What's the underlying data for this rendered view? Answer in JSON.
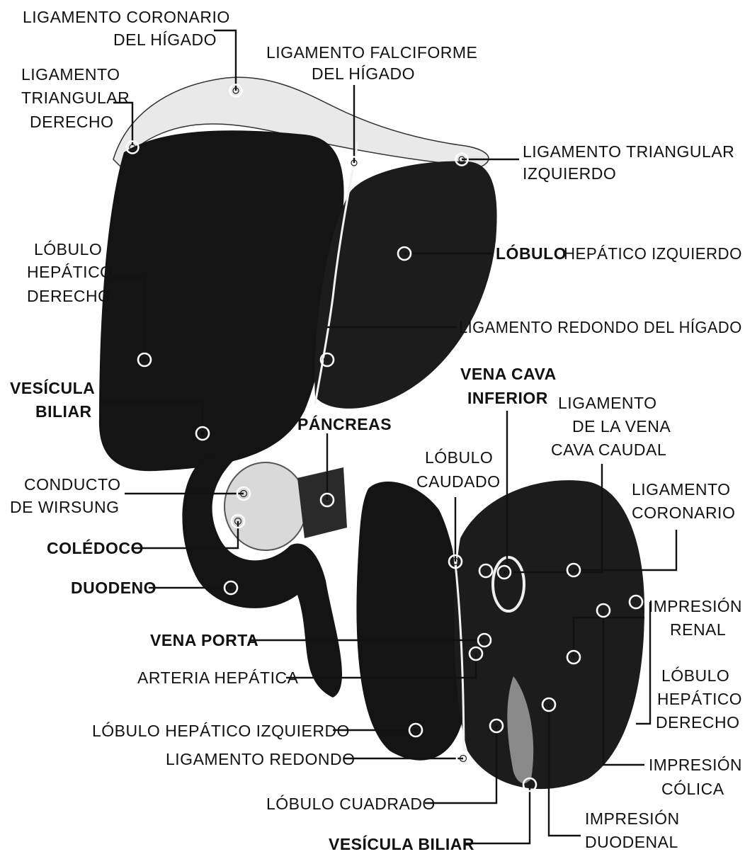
{
  "labels": {
    "lig_coronario_higado_1": "LIGAMENTO CORONARIO",
    "lig_coronario_higado_2": "DEL HÍGADO",
    "lig_falciforme_1": "LIGAMENTO FALCIFORME",
    "lig_falciforme_2": "DEL HÍGADO",
    "lig_triangular_der_1": "LIGAMENTO",
    "lig_triangular_der_2": "TRIANGULAR",
    "lig_triangular_der_3": "DERECHO",
    "lig_triangular_izq_1": "LIGAMENTO TRIANGULAR",
    "lig_triangular_izq_2": "IZQUIERDO",
    "lobulo_der_1": "LÓBULO",
    "lobulo_der_2": "HEPÁTICO",
    "lobulo_der_3": "DERECHO",
    "lobulo_izq_bold": "LÓBULO",
    "lobulo_izq_rest": "HEPÁTICO IZQUIERDO",
    "lig_redondo_higado": "LIGAMENTO REDONDO DEL HÍGADO",
    "vesicula_1": "VESÍCULA",
    "vesicula_2": "BILIAR",
    "pancreas": "PÁNCREAS",
    "vena_cava_1": "VENA CAVA",
    "vena_cava_2": "INFERIOR",
    "lig_vena_cava_1": "LIGAMENTO",
    "lig_vena_cava_2": "DE LA VENA",
    "lig_vena_cava_3": "CAVA CAUDAL",
    "conducto_1": "CONDUCTO",
    "conducto_2": "DE WIRSUNG",
    "lobulo_caudado_1": "LÓBULO",
    "lobulo_caudado_2": "CAUDADO",
    "lig_coronario_1": "LIGAMENTO",
    "lig_coronario_2": "CORONARIO",
    "coledoco": "COLÉDOCO",
    "duodeno": "DUODENO",
    "impresion_renal_1": "IMPRESIÓN",
    "impresion_renal_2": "RENAL",
    "vena_porta": "VENA PORTA",
    "arteria_hepatica": "ARTERIA HEPÁTICA",
    "lobulo_hep_der_b_1": "LÓBULO",
    "lobulo_hep_der_b_2": "HEPÁTICO",
    "lobulo_hep_der_b_3": "DERECHO",
    "lobulo_hep_izq_b": "LÓBULO HEPÁTICO IZQUIERDO",
    "impresion_colica_1": "IMPRESIÓN",
    "impresion_colica_2": "CÓLICA",
    "lig_redondo": "LIGAMENTO REDONDO",
    "lobulo_cuadrado": "LÓBULO CUADRADO",
    "vesicula_biliar": "VESÍCULA BILIAR",
    "impresion_duodenal_1": "IMPRESIÓN",
    "impresion_duodenal_2": "DUODENAL"
  }
}
